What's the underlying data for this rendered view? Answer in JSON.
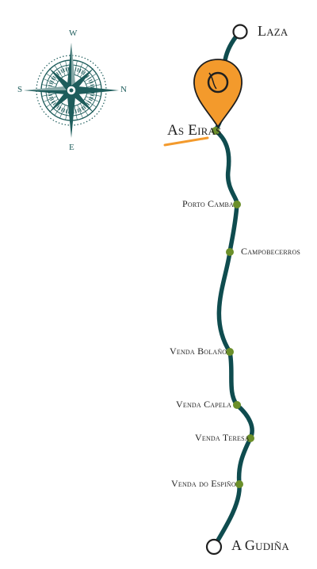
{
  "compass": {
    "north": "W",
    "south": "E",
    "west": "S",
    "east": "N",
    "icon": "compass-rose-icon",
    "color": "#1e5d5c"
  },
  "route": {
    "line_color": "#0f4c4f",
    "stop_color": "#6b8f2a",
    "start": "Laza",
    "end": "A Gudiña",
    "current_stop": "As Eiras",
    "marker_color": "#f39a2c",
    "marker_icon": "map-pin-icon",
    "stops": [
      "Porto Camba",
      "Campobecerros",
      "Venda Bolaño",
      "Venda Capela",
      "Venda Teresa",
      "Venda do Espiño"
    ]
  }
}
